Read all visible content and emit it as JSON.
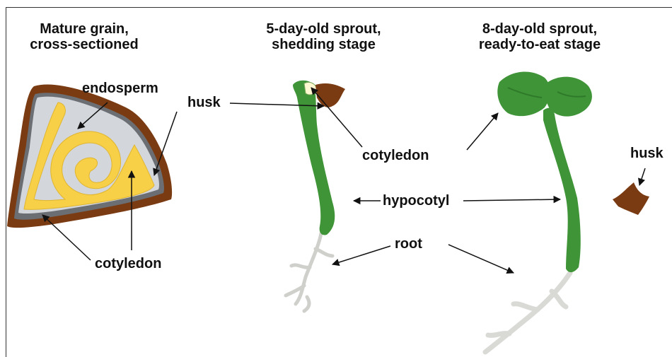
{
  "titles": {
    "grain_line1": "Mature grain,",
    "grain_line2": "cross-sectioned",
    "sprout5_line1": "5-day-old sprout,",
    "sprout5_line2": "shedding stage",
    "sprout8_line1": "8-day-old sprout,",
    "sprout8_line2": "ready-to-eat stage"
  },
  "labels": {
    "endosperm": "endosperm",
    "husk_left": "husk",
    "cotyledon_left": "cotyledon",
    "cotyledon_center": "cotyledon",
    "hypocotyl": "hypocotyl",
    "root": "root",
    "husk_right": "husk"
  },
  "colors": {
    "husk": "#7a3b12",
    "cotyledon_yellow": "#f7d048",
    "endosperm_grey": "#d3d7dc",
    "seed_coat_grey": "#6b6f74",
    "leaf_green": "#3f9437",
    "root_grey": "#d9d9d6",
    "arrow": "#111111"
  }
}
